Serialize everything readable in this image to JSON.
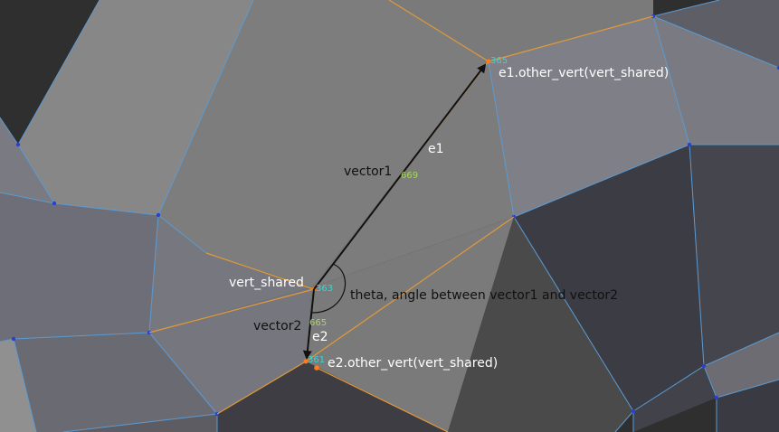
{
  "colors": {
    "background": "#2f2f2f",
    "mesh_edge": "#5b9bd3",
    "vertex_dot": "#2a3fd6",
    "selected_edge": "#e09a3a",
    "vertex_index": "#36d6d6",
    "edge_index": "#a6d65a",
    "label_light": "#ffffff",
    "label_dark": "#111111"
  },
  "vertex_indices": {
    "v365": "365",
    "v363": "363",
    "v361": "361"
  },
  "edge_indices": {
    "e669": "669",
    "e665": "665"
  },
  "labels": {
    "e1_other_vert": "e1.other_vert(vert_shared)",
    "e2_other_vert": "e2.other_vert(vert_shared)",
    "vert_shared": "vert_shared",
    "vector1": "vector1",
    "vector2": "vector2",
    "e1": "e1",
    "e2": "e2",
    "theta": "theta, angle between vector1 and vector2"
  }
}
